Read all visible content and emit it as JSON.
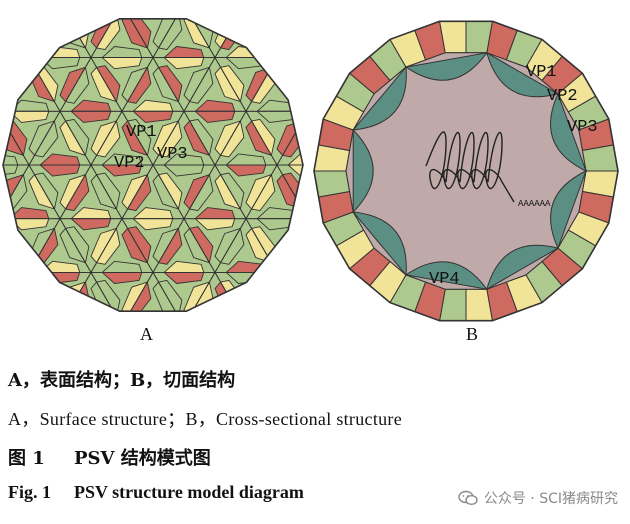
{
  "colors": {
    "red": "#cf6a60",
    "green": "#aec98e",
    "yellow": "#f1e397",
    "teal": "#5c8f83",
    "interior": "#bfa9a9",
    "outline": "#333333"
  },
  "panel_a": {
    "label": "A",
    "protein_labels": [
      "VP1",
      "VP2",
      "VP3"
    ]
  },
  "panel_b": {
    "label": "B",
    "protein_labels": [
      "VP1",
      "VP2",
      "VP3",
      "VP4"
    ],
    "genome_tail": "AAAAAA"
  },
  "captions": {
    "cn_line": "A，表面结构；B，切面结构",
    "en_line": "A，Surface structure；B，Cross-sectional structure",
    "fig_cn_num": "图 1",
    "fig_cn_title": "PSV 结构模式图",
    "fig_en_num": "Fig. 1",
    "fig_en_title": "PSV structure model diagram"
  },
  "watermark": {
    "text": "公众号 · SCI猪病研究"
  },
  "icons": {
    "watermark": "wechat-icon"
  }
}
